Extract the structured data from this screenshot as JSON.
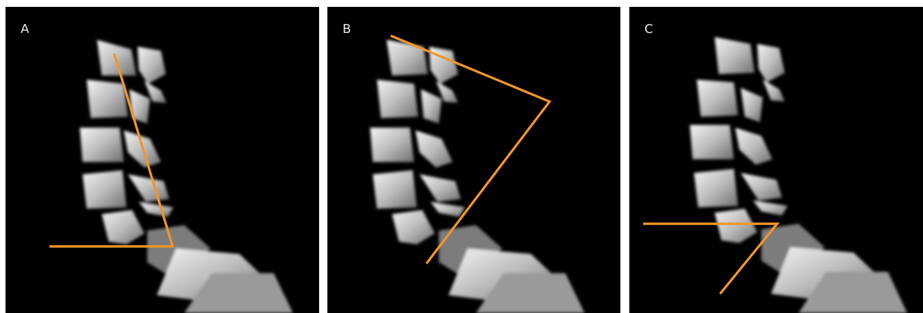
{
  "figure": {
    "panels": [
      {
        "label": "A"
      },
      {
        "label": "B"
      },
      {
        "label": "C"
      }
    ]
  },
  "colors": {
    "background": "#ffffff",
    "panel_background": "#000000",
    "line_overlay": "#f0962a",
    "bone": "#d9d9d9",
    "label_text": "#e8e8e8"
  }
}
